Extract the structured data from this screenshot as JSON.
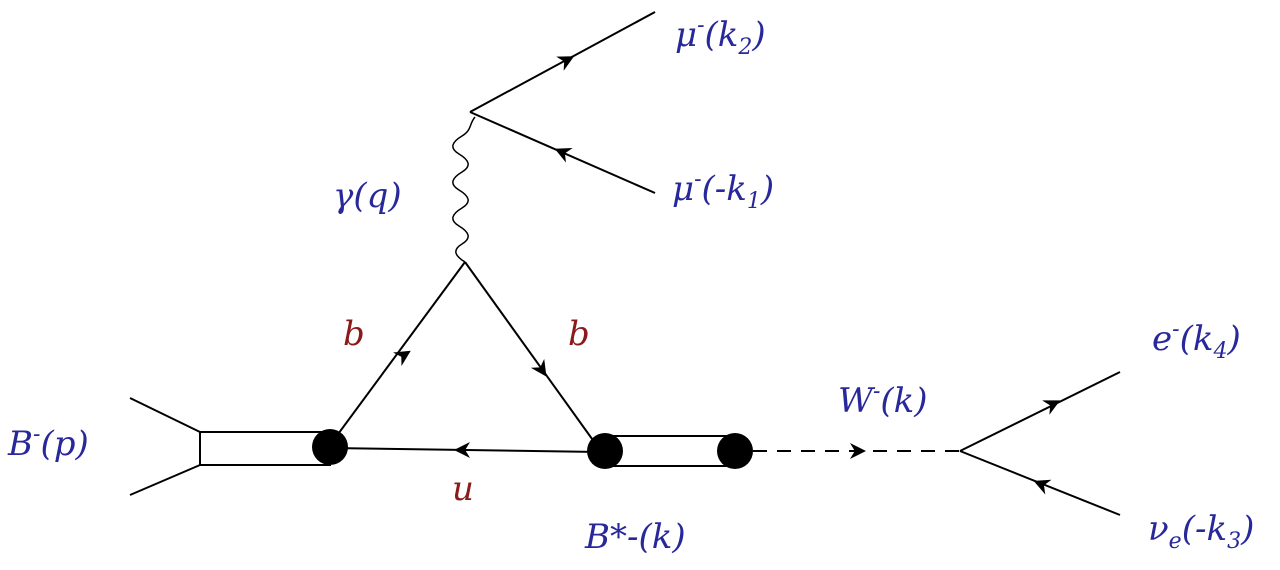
{
  "colors": {
    "line": "#000000",
    "label_blue": "#28289a",
    "label_red": "#8b1a1a"
  },
  "labels": {
    "mu_minus_k2": {
      "base": "μ",
      "sup": "-",
      "open": "(k",
      "sub": "2",
      "close": ")"
    },
    "mu_minus_neg_k1": {
      "base": "μ",
      "sup": "-",
      "open": "(-k",
      "sub": "1",
      "close": ")"
    },
    "photon": "γ(q)",
    "b_left": "b",
    "b_right": "b",
    "u_quark": "u",
    "B_minus_p": {
      "base": "B",
      "sup": "-",
      "rest": "(p)"
    },
    "B_star_k": "B*-(k)",
    "W_minus_k": {
      "base": "W",
      "sup": "-",
      "rest": "(k)"
    },
    "e_minus_k4": {
      "base": "e",
      "sup": "-",
      "open": "(k",
      "sub": "4",
      "close": ")"
    },
    "nu_e_neg_k3": {
      "base": "ν",
      "sub1": "e",
      "open": "(-k",
      "sub": "3",
      "close": ")"
    }
  }
}
